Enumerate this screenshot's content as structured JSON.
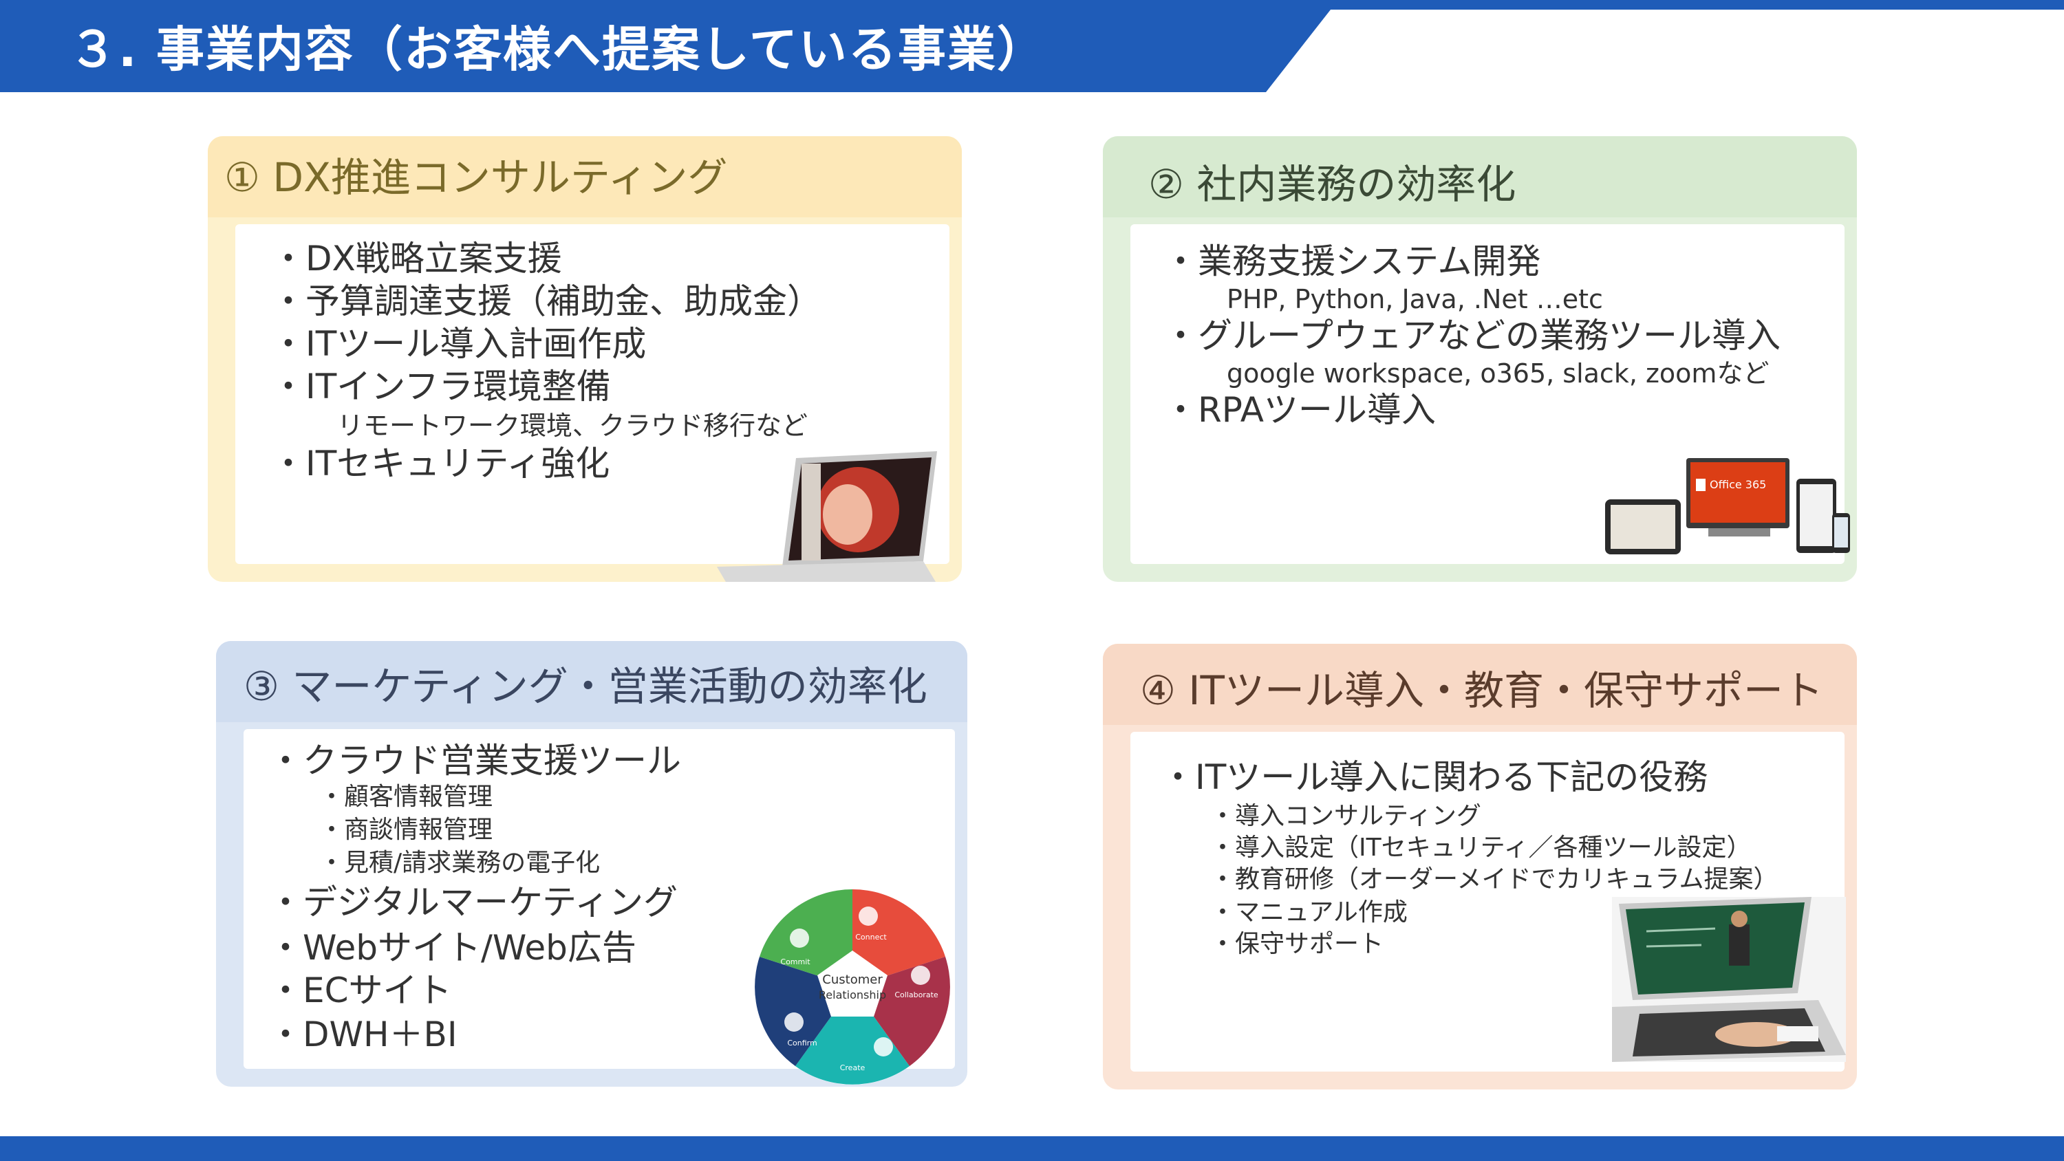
{
  "header": {
    "title": "３. 事業内容（お客様へ提案している事業）"
  },
  "colors": {
    "brand_blue": "#1f5cb8"
  },
  "cards": [
    {
      "title": "① DX推進コンサルティング",
      "items": [
        "・DX戦略立案支援",
        "・予算調達支援（補助金、助成金）",
        "・ITツール導入計画作成",
        "・ITインフラ環境整備",
        "リモートワーク環境、クラウド移行など",
        "・ITセキュリティ強化"
      ],
      "illustration": "laptop-image"
    },
    {
      "title": "② 社内業務の効率化",
      "items": [
        "・業務支援システム開発",
        "PHP, Python, Java, .Net …etc",
        "・グループウェアなどの業務ツール導入",
        "google workspace, o365, slack, zoomなど",
        "・RPAツール導入"
      ],
      "illustration": "office365-devices-image",
      "illustration_label": "Office 365"
    },
    {
      "title": "③ マーケティング・営業活動の効率化",
      "items": [
        "・クラウド営業支援ツール",
        "・顧客情報管理",
        "・商談情報管理",
        "・見積/請求業務の電子化",
        "・デジタルマーケティング",
        "・Webサイト/Web広告",
        "・ECサイト",
        "・DWH＋BI"
      ],
      "illustration": "crm-wheel-image",
      "wheel": {
        "center": [
          "Customer",
          "Relationship"
        ],
        "segments": [
          "Connect",
          "Collaborate",
          "Create",
          "Confirm",
          "Commit"
        ]
      }
    },
    {
      "title": "④ ITツール導入・教育・保守サポート",
      "items": [
        "・ITツール導入に関わる下記の役務",
        "・導入コンサルティング",
        "・導入設定（ITセキュリティ／各種ツール設定）",
        "・教育研修（オーダーメイドでカリキュラム提案）",
        "・マニュアル作成",
        "・保守サポート"
      ],
      "illustration": "online-class-image"
    }
  ]
}
